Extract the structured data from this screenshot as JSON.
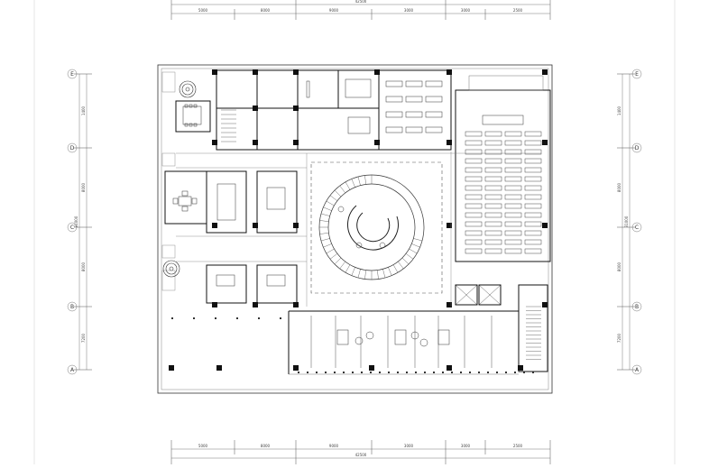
{
  "plan": {
    "top_dimensions": {
      "segments": [
        "5000",
        "8000",
        "9000",
        "3000",
        "3000",
        "2500"
      ],
      "total": "42500"
    },
    "bottom_dimensions": {
      "segments": [
        "5000",
        "8000",
        "9000",
        "3000",
        "3000",
        "2500"
      ],
      "total": "42500"
    },
    "left_dimensions": {
      "segments": [
        "1400",
        "8000",
        "8000",
        "7200"
      ],
      "total": "31000"
    },
    "right_dimensions": {
      "segments": [
        "1400",
        "8000",
        "8000",
        "7200"
      ],
      "total": "31000"
    },
    "grid_rows": [
      "E",
      "D",
      "C",
      "B",
      "A"
    ]
  }
}
